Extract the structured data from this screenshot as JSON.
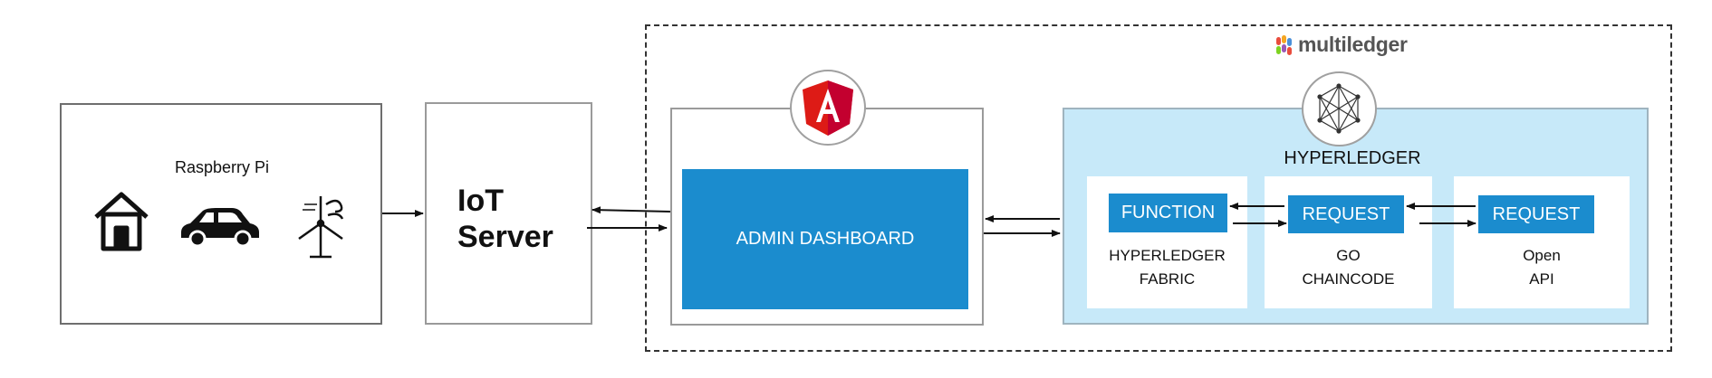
{
  "diagram": {
    "raspberry_pi": {
      "label": "Raspberry Pi",
      "icons": [
        "home-icon",
        "car-icon",
        "wind-turbine-icon"
      ]
    },
    "iot_server": {
      "label_line1": "IoT",
      "label_line2": "Server"
    },
    "cloud": {
      "brand": "multiledger",
      "brand_colors": [
        "#e94c3d",
        "#f5a623",
        "#4a90d9",
        "#7ed321",
        "#9b59b6"
      ]
    },
    "admin": {
      "framework_icon": "angular-icon",
      "dashboard_label": "ADMIN DASHBOARD"
    },
    "hyperledger": {
      "icon": "hyperledger-icon",
      "title": "HYPERLEDGER",
      "cards": [
        {
          "button": "FUNCTION",
          "line1": "HYPERLEDGER",
          "line2": "FABRIC"
        },
        {
          "button": "REQUEST",
          "line1": "GO",
          "line2": "CHAINCODE"
        },
        {
          "button": "REQUEST",
          "line1": "Open",
          "line2": "API"
        }
      ]
    },
    "colors": {
      "accent_blue": "#1b8cce",
      "panel_blue": "#c7e9f9",
      "angular_red": "#dd1b16"
    }
  }
}
